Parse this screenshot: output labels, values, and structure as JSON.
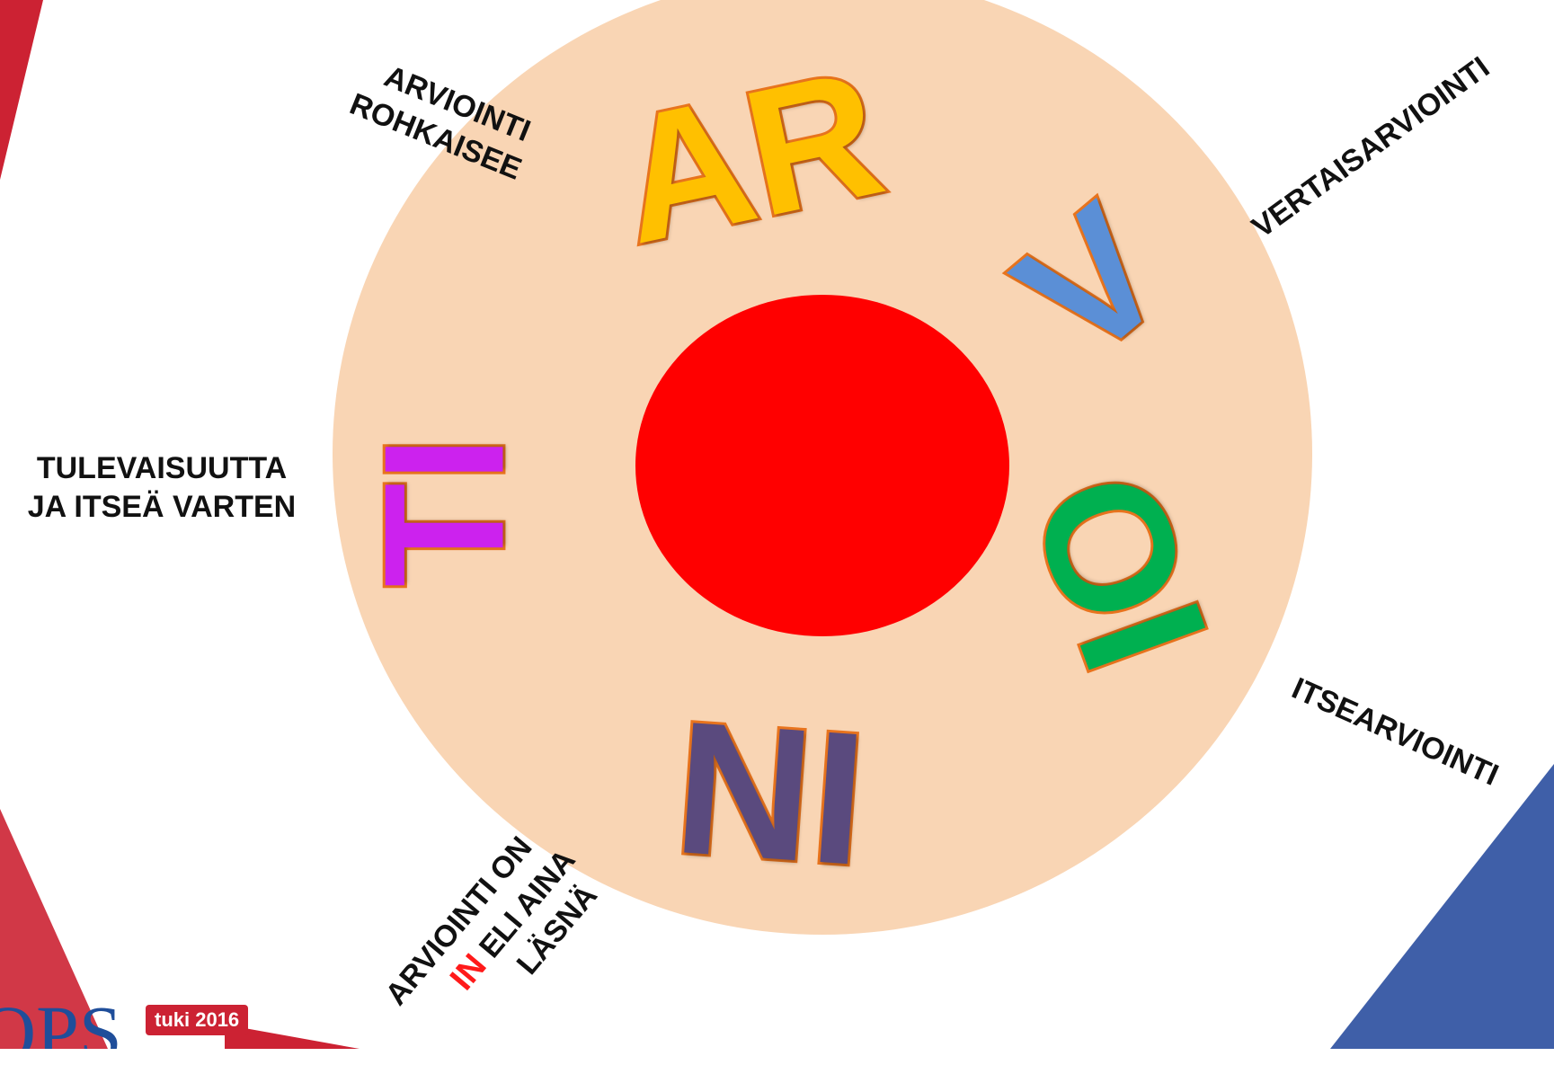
{
  "colors": {
    "ring": "#f9d5b4",
    "center": "#ff0000",
    "stroke": "#e8741e",
    "letter_ar": "#ffc000",
    "letter_v": "#5b8fd6",
    "letter_io": "#00b050",
    "letter_ni": "#5a4a7e",
    "letter_ti": "#cc22ee",
    "accent_in": "#ff1a1a",
    "left_stripe": "#cc2233",
    "bottom_left_stripe": "#cc2233",
    "bottom_right_stripe": "#3f5fa8",
    "logo_blue": "#1f4e9a",
    "logo_badge": "#cc2233"
  },
  "ring_letters": {
    "ar": "AR",
    "v": "V",
    "io": "IO",
    "ni": "NI",
    "ti": "TI"
  },
  "labels": {
    "arviointi_rohkaisee_line1": "ARVIOINTI",
    "arviointi_rohkaisee_line2": "ROHKAISEE",
    "vertaisarviointi": "VERTAISARVIOINTI",
    "tulevaisuutta_line1": "TULEVAISUUTTA",
    "tulevaisuutta_line2": "JA ITSEÄ VARTEN",
    "itsearviointi": "ITSEARVIOINTI",
    "arviointi_on": "ARVIOINTI ON",
    "in_word": "IN",
    "eli_aina": "ELI AINA",
    "lasna": "LÄSNÄ"
  },
  "logo": {
    "text": "OPS",
    "badge": "tuki 2016"
  }
}
